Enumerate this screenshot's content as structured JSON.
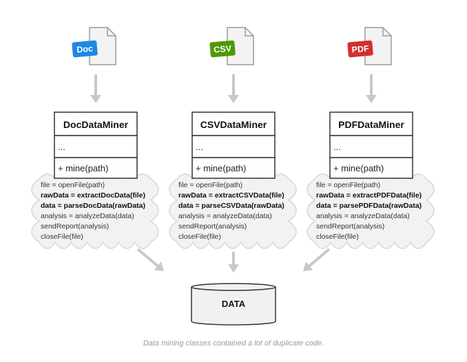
{
  "columns": [
    {
      "key": "doc",
      "file_badge": "Doc",
      "badge_color": "#1e88e5",
      "class_name": "DocDataMiner",
      "fields": "...",
      "method": "+ mine(path)",
      "code_lines": [
        {
          "text": "file = openFile(path)",
          "bold": false
        },
        {
          "text": "rawData = extractDocData(file)",
          "bold": true
        },
        {
          "text": "data = parseDocData(rawData)",
          "bold": true
        },
        {
          "text": "analysis = analyzeData(data)",
          "bold": false
        },
        {
          "text": "sendReport(analysis)",
          "bold": false
        },
        {
          "text": "closeFile(file)",
          "bold": false
        }
      ]
    },
    {
      "key": "csv",
      "file_badge": "CSV",
      "badge_color": "#4e9a06",
      "class_name": "CSVDataMiner",
      "fields": "...",
      "method": "+ mine(path)",
      "code_lines": [
        {
          "text": "file = openFile(path)",
          "bold": false
        },
        {
          "text": "rawData = extractCSVData(file)",
          "bold": true
        },
        {
          "text": "data = parseCSVData(rawData)",
          "bold": true
        },
        {
          "text": "analysis = analyzeData(data)",
          "bold": false
        },
        {
          "text": "sendReport(analysis)",
          "bold": false
        },
        {
          "text": "closeFile(file)",
          "bold": false
        }
      ]
    },
    {
      "key": "pdf",
      "file_badge": "PDF",
      "badge_color": "#d32f2f",
      "class_name": "PDFDataMiner",
      "fields": "...",
      "method": "+ mine(path)",
      "code_lines": [
        {
          "text": "file = openFile(path)",
          "bold": false
        },
        {
          "text": "rawData = extractPDFData(file)",
          "bold": true
        },
        {
          "text": "data = parsePDFData(rawData)",
          "bold": true
        },
        {
          "text": "analysis = analyzeData(data)",
          "bold": false
        },
        {
          "text": "sendReport(analysis)",
          "bold": false
        },
        {
          "text": "closeFile(file)",
          "bold": false
        }
      ]
    }
  ],
  "database": {
    "label": "DATA",
    "icon": "database-icon"
  },
  "caption": "Data mining classes contained a lot of duplicate code.",
  "colors": {
    "arrow": "#c8c8c8",
    "cloud_fill": "#f2f2f2",
    "cloud_stroke": "#d6d6d6",
    "box_stroke": "#333333",
    "file_fill": "#f3f3f3",
    "file_stroke": "#9a9a9a"
  }
}
